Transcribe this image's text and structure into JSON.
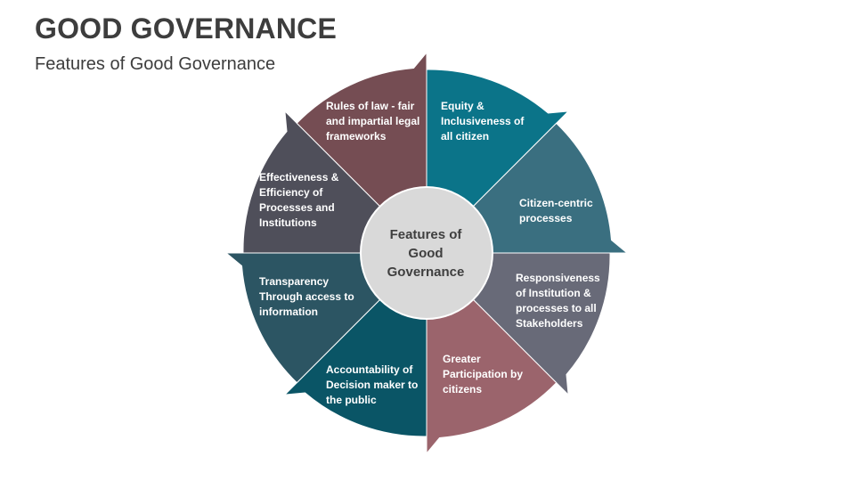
{
  "header": {
    "title": "GOOD GOVERNANCE",
    "subtitle": "Features of Good Governance"
  },
  "center": {
    "label": "Features of\nGood\nGovernance",
    "color": "#d9d9d9"
  },
  "segments": [
    {
      "label": "Equity &\nInclusiveness of\nall citizen",
      "color": "#0b7489"
    },
    {
      "label": "Citizen-centric\nprocesses",
      "color": "#3a6f80"
    },
    {
      "label": "Responsiveness\nof Institution &\nprocesses to all\nStakeholders",
      "color": "#686a78"
    },
    {
      "label": "Greater\nParticipation by\ncitizens",
      "color": "#9b646c"
    },
    {
      "label": "Accountability of\nDecision maker to\nthe public",
      "color": "#0a5566"
    },
    {
      "label": "Transparency\nThrough access to\ninformation",
      "color": "#2c5563"
    },
    {
      "label": "Effectiveness &\nEfficiency of\nProcesses and\nInstitutions",
      "color": "#4f4f5a"
    },
    {
      "label": "Rules of law - fair\nand impartial legal\nframeworks",
      "color": "#754d53"
    }
  ]
}
